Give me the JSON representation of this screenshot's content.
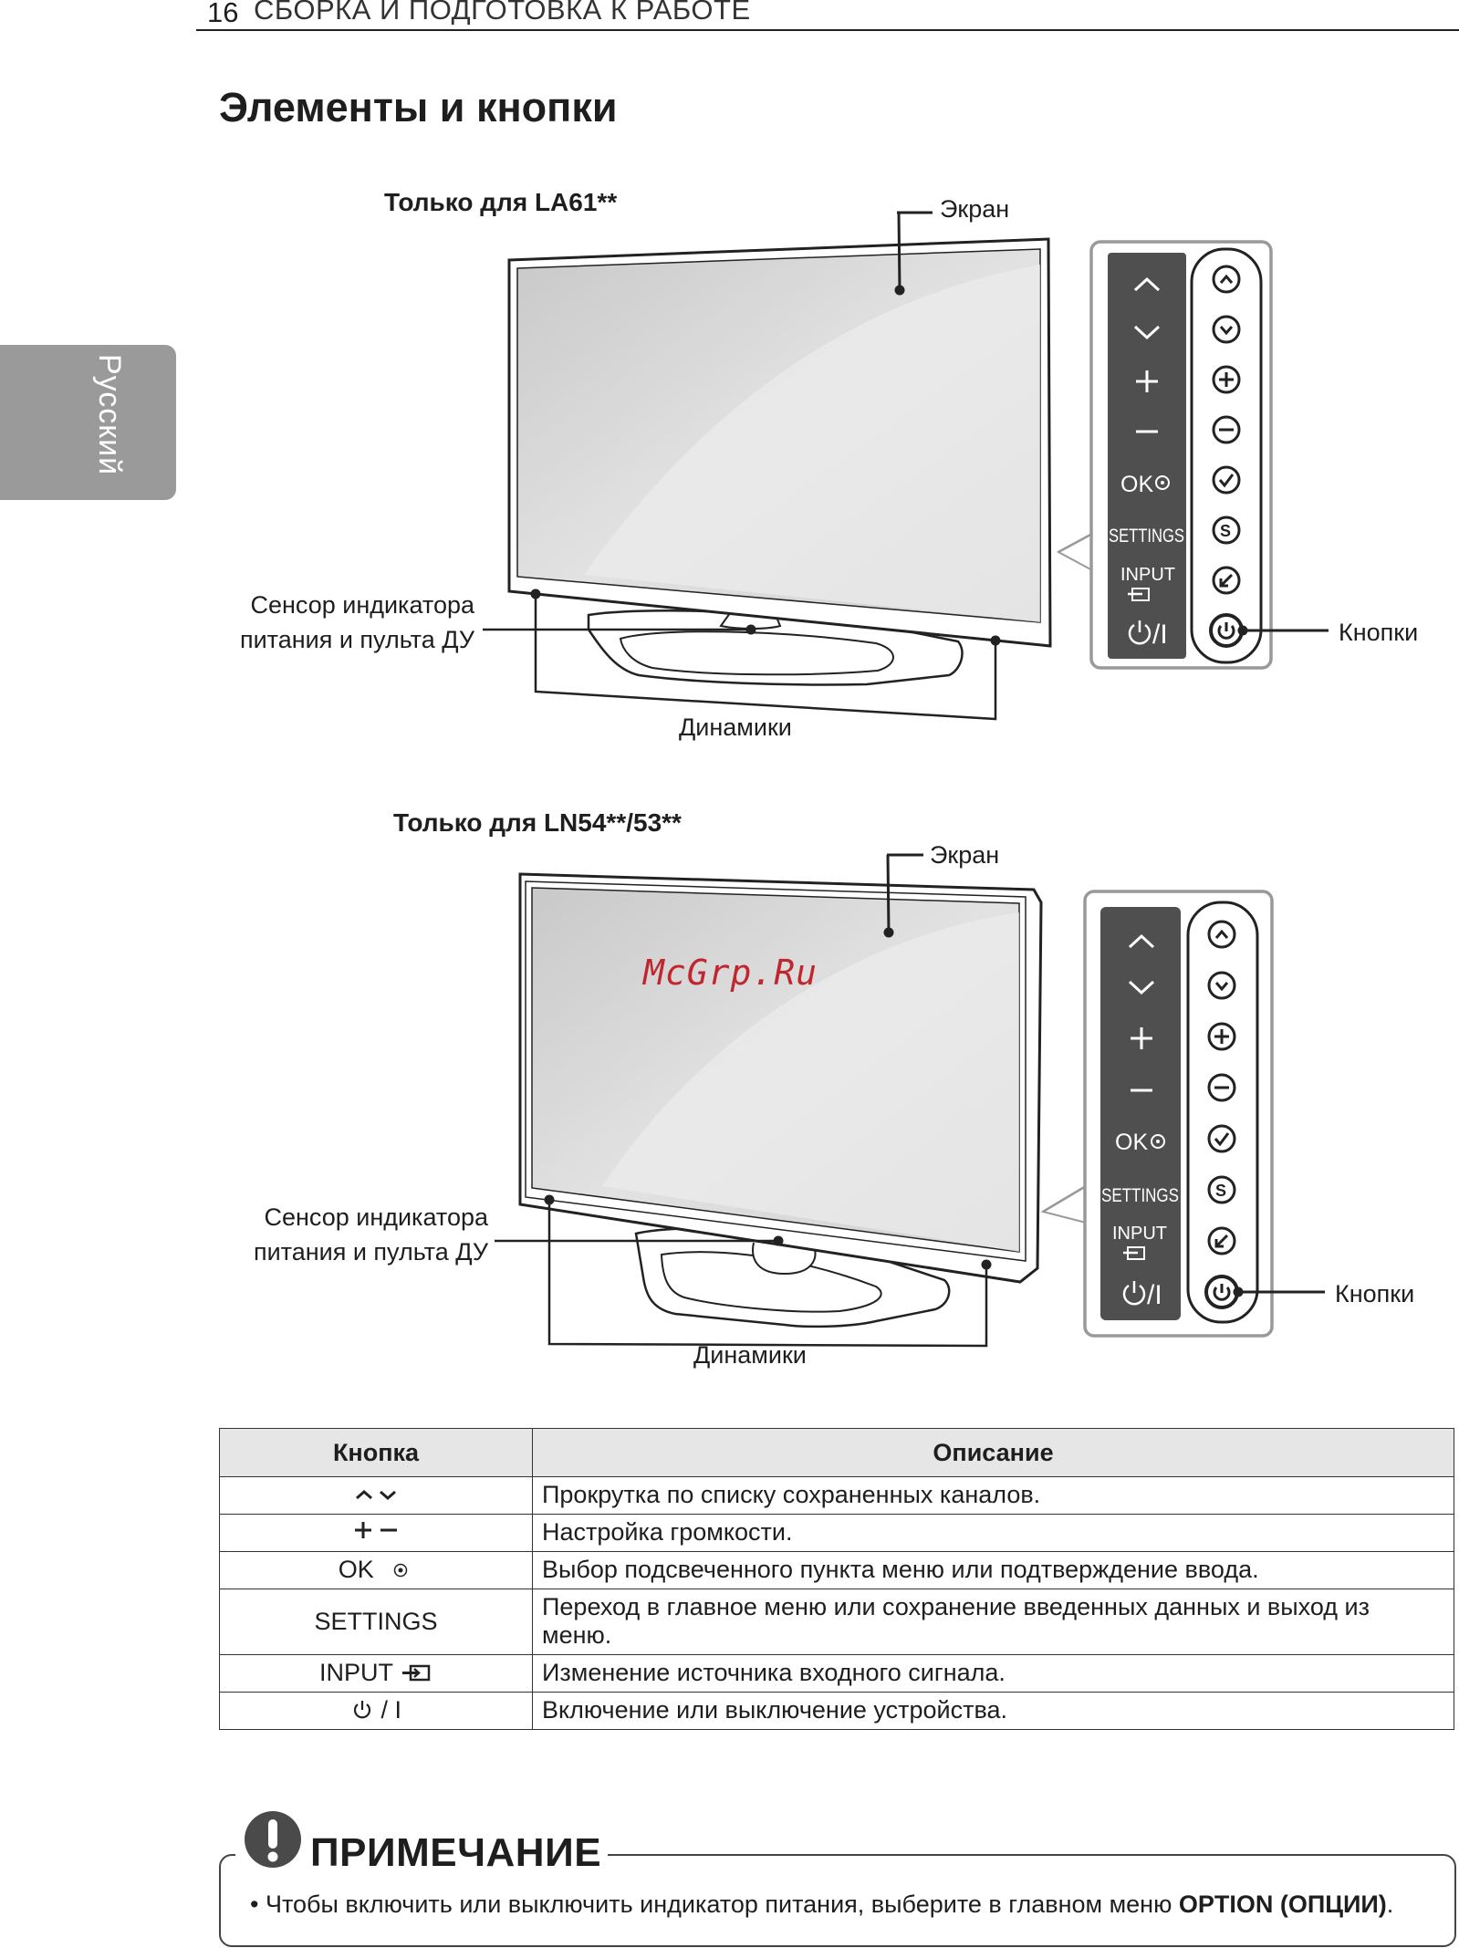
{
  "header": {
    "page_number": "16",
    "section": "СБОРКА И ПОДГОТОВКА К РАБОТЕ"
  },
  "sidebar": {
    "language": "Русский"
  },
  "title": "Элементы и кнопки",
  "figures": [
    {
      "subtitle": "Только для LA61**",
      "screen_label": "Экран",
      "sensor_label_line1": "Сенсор индикатора",
      "sensor_label_line2": "питания и пульта ДУ",
      "speakers_label": "Динамики",
      "buttons_label": "Кнопки",
      "panel": [
        "+",
        "–",
        "OK",
        "SETTINGS",
        "INPUT",
        "⏻/I"
      ]
    },
    {
      "subtitle": "Только для LN54**/53**",
      "screen_label": "Экран",
      "sensor_label_line1": "Сенсор индикатора",
      "sensor_label_line2": "питания и пульта ДУ",
      "speakers_label": "Динамики",
      "buttons_label": "Кнопки",
      "panel": [
        "+",
        "–",
        "OK",
        "SETTINGS",
        "INPUT",
        "⏻/I"
      ]
    }
  ],
  "watermark": "McGrp.Ru",
  "table": {
    "headers": [
      "Кнопка",
      "Описание"
    ],
    "rows": [
      {
        "button": "",
        "description": "Прокрутка по списку сохраненных каналов."
      },
      {
        "button": "",
        "description": "Настройка громкости."
      },
      {
        "button": "OK",
        "description": "Выбор подсвеченного пункта меню или подтверждение ввода."
      },
      {
        "button": "SETTINGS",
        "description": "Переход в главное меню или сохранение введенных данных и выход из меню."
      },
      {
        "button": "INPUT",
        "description": "Изменение источника входного сигнала."
      },
      {
        "button": "/ I",
        "description": "Включение или выключение устройства."
      }
    ]
  },
  "note": {
    "title": "ПРИМЕЧАНИЕ",
    "text_before": "• Чтобы включить или выключить индикатор питания, выберите в главном меню ",
    "text_bold": "OPTION (ОПЦИИ)",
    "text_after": "."
  }
}
